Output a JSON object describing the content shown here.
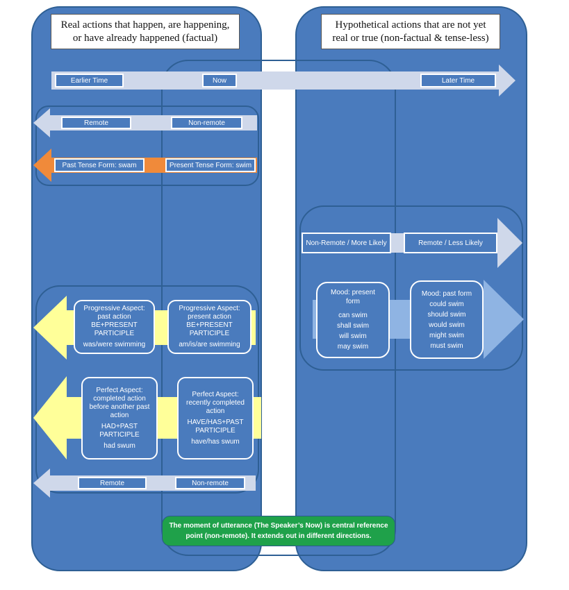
{
  "titles": {
    "factual_line1": "Real actions that happen, are happening,",
    "factual_line2": "or have already happened (factual)",
    "hypothetical_line1": "Hypothetical actions that are not yet",
    "hypothetical_line2": "real or true (non-factual & tense-less)"
  },
  "timeline": {
    "earlier": "Earlier Time",
    "now": "Now",
    "later": "Later Time"
  },
  "tense": {
    "remote": "Remote",
    "non_remote": "Non-remote",
    "past_form": "Past Tense Form: swam",
    "present_form": "Present Tense Form: swim"
  },
  "modal": {
    "likely": "Non-Remote / More Likely",
    "less_likely": "Remote / Less Likely",
    "present_mood": {
      "title_1": "Mood: present",
      "title_2": "form",
      "items": [
        "can swim",
        "shall swim",
        "will swim",
        "may swim"
      ]
    },
    "past_mood": {
      "title": "Mood: past form",
      "items": [
        "could swim",
        "should swim",
        "would swim",
        "might swim",
        "must swim"
      ]
    }
  },
  "aspect": {
    "prog_past": {
      "l1": "Progressive Aspect:",
      "l2": "past action",
      "l3": "BE+PRESENT",
      "l4": "PARTICIPLE",
      "example": "was/were swimming"
    },
    "prog_present": {
      "l1": "Progressive Aspect:",
      "l2": "present action",
      "l3": "BE+PRESENT",
      "l4": "PARTICIPLE",
      "example": "am/is/are swimming"
    },
    "perf_past": {
      "l1": "Perfect Aspect:",
      "l2": "completed action",
      "l3": "before another past",
      "l4": "action",
      "l5": "HAD+PAST",
      "l6": "PARTICIPLE",
      "example": "had swum"
    },
    "perf_present": {
      "l1": "Perfect Aspect:",
      "l2": "recently completed",
      "l3": "action",
      "l4": "HAVE/HAS+PAST",
      "l5": "PARTICIPLE",
      "example": "have/has swum"
    },
    "remote": "Remote",
    "non_remote": "Non-remote"
  },
  "footer": {
    "line1": "The moment of utterance (The Speaker’s Now) is central reference",
    "line2": "point (non-remote). It extends out in different directions."
  },
  "colors": {
    "panel": "#4a7bbd",
    "outline": "#2e5f94",
    "arrow_light": "#cfd8ea",
    "orange": "#f08a3a",
    "yellow": "#ffff99",
    "green": "#1fa14a"
  }
}
